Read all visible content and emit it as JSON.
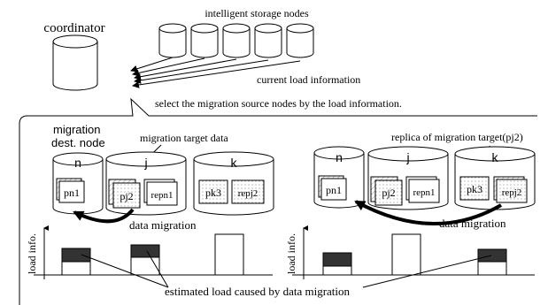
{
  "labels": {
    "coordinator": "coordinator",
    "storage_nodes": "intelligent storage nodes",
    "current_load": "current load information",
    "select_sources": "select the migration source nodes by the load information.",
    "migration_dest_line1": "migration",
    "migration_dest_line2": "dest. node",
    "migration_target": "migration target data",
    "replica_label": "replica of migration target(pj2)",
    "data_migration_left": "data migration",
    "data_migration_right": "data migration",
    "load_info_left": "load info.",
    "load_info_right": "load info.",
    "estimated_load": "estimated load caused by data migration"
  },
  "nodes": {
    "left": [
      "n",
      "j",
      "k"
    ],
    "right": [
      "n",
      "j",
      "k"
    ]
  },
  "blocks": {
    "left_n": "pn1",
    "left_j_1": "pj2",
    "left_j_2": "repn1",
    "left_k_1": "pk3",
    "left_k_2": "repj2",
    "right_n_1": "pn1",
    "right_j_1": "pj2",
    "right_j_2": "repn1",
    "right_k_1": "pk3",
    "right_k_2": "repj2"
  }
}
